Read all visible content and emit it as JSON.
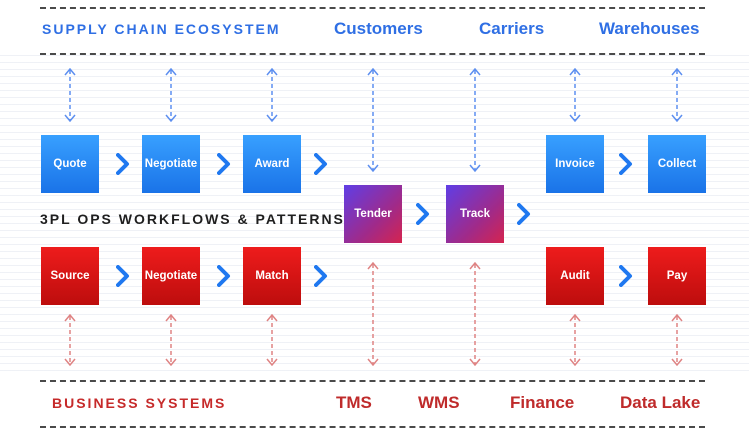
{
  "header": {
    "section_title": "SUPPLY CHAIN ECOSYSTEM",
    "groups": [
      "Customers",
      "Carriers",
      "Warehouses"
    ]
  },
  "middle": {
    "section_title": "3PL OPS WORKFLOWS & PATTERNS"
  },
  "workflow": {
    "top_row": [
      "Quote",
      "Negotiate",
      "Award"
    ],
    "center": [
      "Tender",
      "Track"
    ],
    "top_right": [
      "Invoice",
      "Collect"
    ],
    "bottom_row": [
      "Source",
      "Negotiate",
      "Match"
    ],
    "bottom_right": [
      "Audit",
      "Pay"
    ]
  },
  "footer": {
    "section_title": "BUSINESS SYSTEMS",
    "systems": [
      "TMS",
      "WMS",
      "Finance",
      "Data Lake"
    ]
  },
  "colors": {
    "blue": "#1a73e8",
    "red": "#d11212",
    "purple_start": "#5f3ee6",
    "purple_end": "#d5244f",
    "top_arrow": "#5d8ff0",
    "bottom_arrow": "#df8383"
  }
}
